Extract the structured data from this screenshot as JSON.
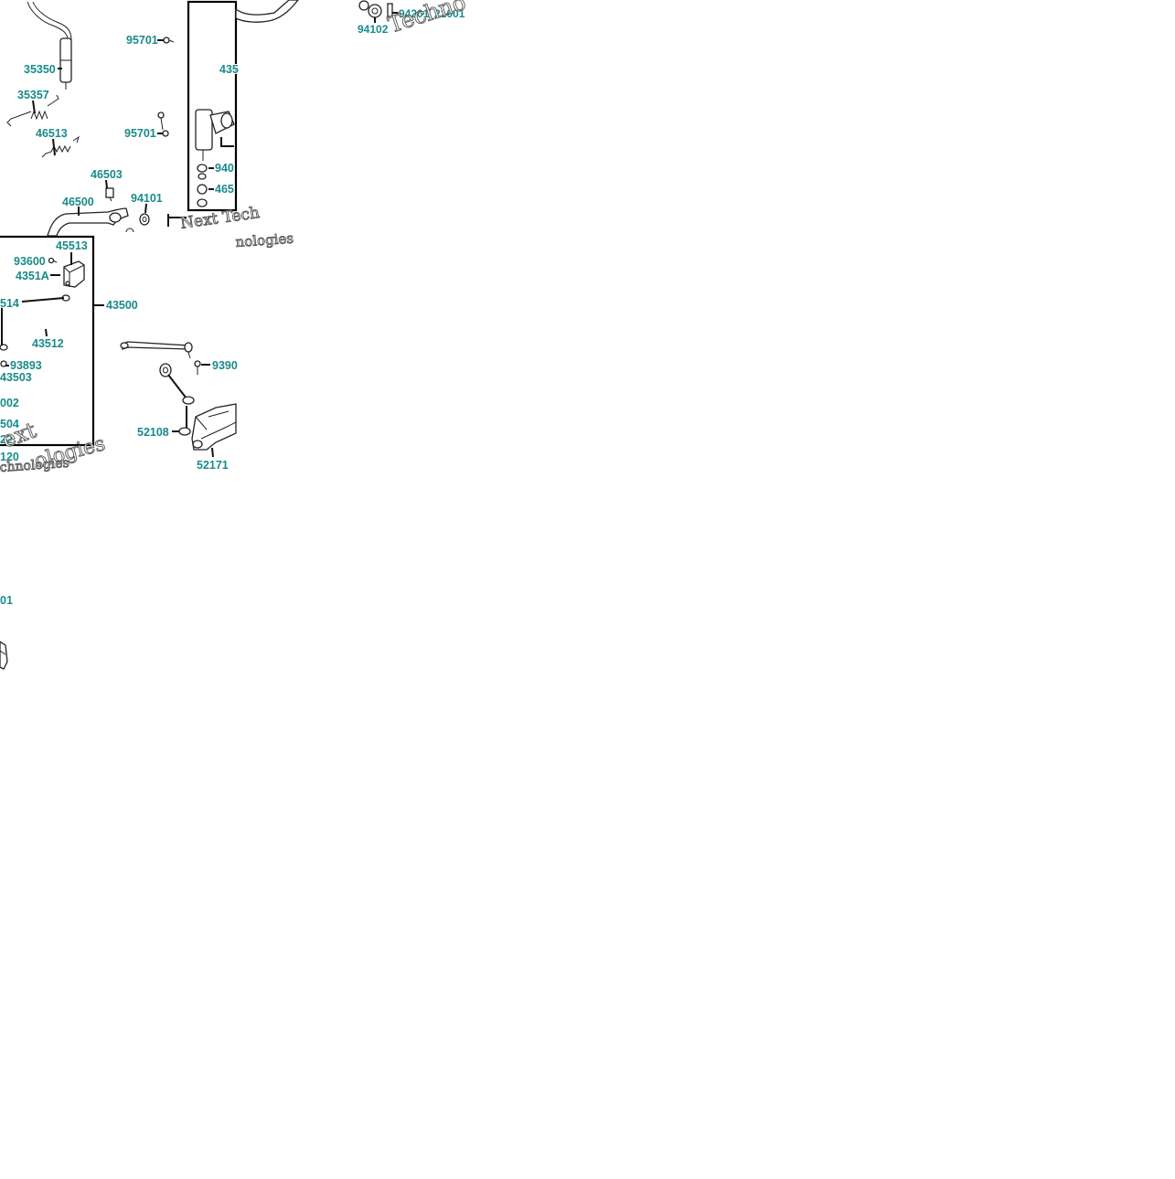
{
  "labels": {
    "p95701a": "95701",
    "p35350": "35350",
    "p35357": "35357",
    "p95701b": "95701",
    "p46513": "46513",
    "p46503": "46503",
    "p46500": "46500",
    "p94101": "94101",
    "p94201": "94201",
    "p21001": "21001",
    "p94102": "94102",
    "p435_partial": "435",
    "p940_partial": "940",
    "p465_partial": "465",
    "p45513": "45513",
    "p93600": "93600",
    "p4351A": "4351A",
    "p514_partial": "514",
    "p43500": "43500",
    "p43512": "43512",
    "p93893": "93893",
    "p43503": "43503",
    "p002_partial": "002",
    "p504_partial": "504",
    "p22_partial": "22",
    "p120_partial": "120",
    "p9390_partial": "9390",
    "p52108": "52108",
    "p52171": "52171",
    "p01_partial": "01"
  },
  "watermarks": {
    "w1": "Techno",
    "w2": "Next Tech",
    "w3": "nologies",
    "w4": "ext",
    "w5": "ologies",
    "w6": "chnologies"
  },
  "colors": {
    "label": "#1a8a8a",
    "line": "#222222",
    "frame": "#000000",
    "background": "#ffffff"
  }
}
